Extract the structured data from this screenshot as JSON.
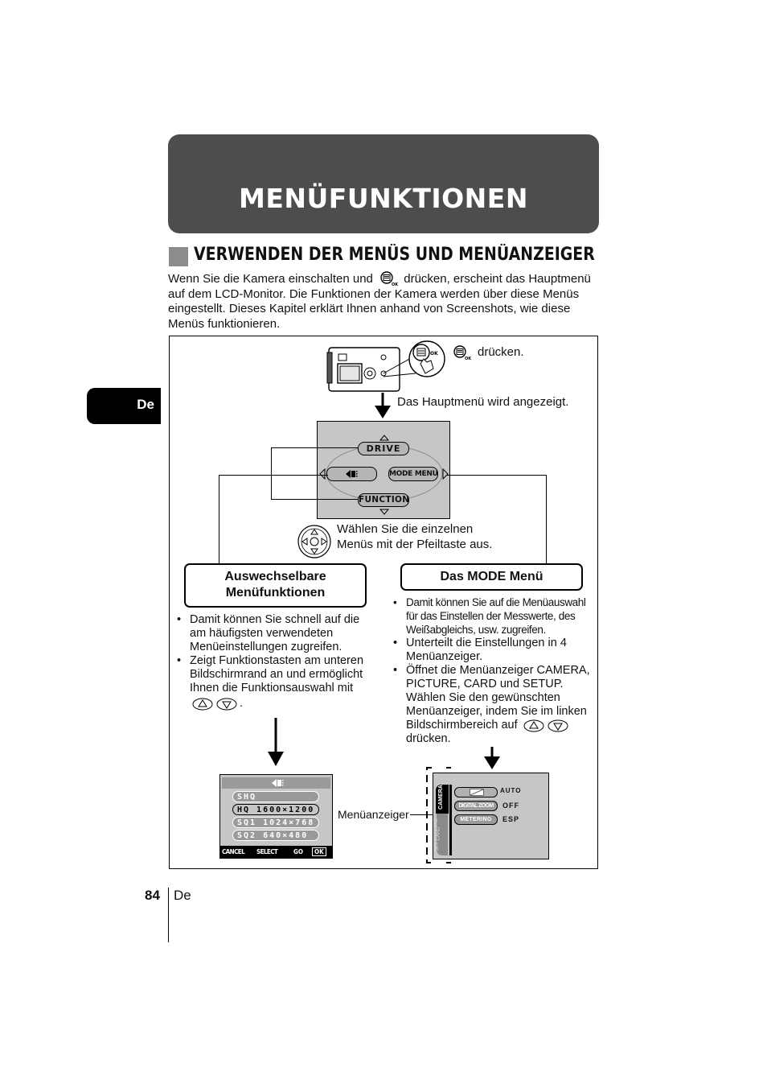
{
  "page_title": "MENÜFUNKTIONEN",
  "section_heading": "VERWENDEN DER MENÜS UND MENÜANZEIGER",
  "intro": {
    "line1_before_icon": "Wenn Sie die Kamera einschalten und",
    "line1_after_icon": "drücken, erscheint das",
    "rest": "Hauptmenü auf dem LCD-Monitor. Die Funktionen der Kamera werden über diese Menüs eingestellt. Dieses Kapitel erklärt Ihnen anhand von Screenshots, wie diese Menüs funktionieren."
  },
  "side_tab": "De",
  "figure": {
    "press_label": "drücken.",
    "main_menu_label": "Das Hauptmenü wird angezeigt.",
    "main_menu": {
      "top": "DRIVE",
      "left_icon": "quality-icon",
      "right": "MODE MENU",
      "bottom": "FUNCTION"
    },
    "arrow_key_text_1": "Wählen Sie die einzelnen",
    "arrow_key_text_2": "Menüs mit der Pfeiltaste aus.",
    "left_callout_1": "Auswechselbare",
    "left_callout_2": "Menüfunktionen",
    "right_callout": "Das MODE Menü",
    "left_bullets": [
      "Damit können Sie schnell auf die am häufigsten verwendeten Menüeinstellungen zugreifen.",
      "Zeigt Funktionstasten am unteren Bildschirmrand an und ermöglicht Ihnen die Funktionsauswahl mit"
    ],
    "left_bullet_end": ".",
    "right_bullets": [
      "Damit können Sie auf die Menüauswahl für das Einstellen der Messwerte, des Weißabgleichs, usw. zugreifen.",
      "Unterteilt die Einstellungen in 4 Menüanzeiger.",
      "Öffnet die Menüanzeiger CAMERA, PICTURE, CARD und SETUP. Wählen Sie den gewünschten Menüanzeiger, indem Sie im linken Bildschirmbereich auf"
    ],
    "right_bullet_end": "drücken.",
    "quality_screen": {
      "rows": [
        "SHQ 1600×1200",
        "HQ  1600×1200",
        "SQ1 1024×768",
        "SQ2  640×480"
      ],
      "bottom_bar": [
        "CANCEL",
        "SELECT",
        "GO",
        "OK"
      ]
    },
    "tab_label": "Menüanzeiger",
    "mode_screen": {
      "tabs": [
        "CAMERA",
        "PIC",
        "CARD",
        "SET"
      ],
      "rows": [
        {
          "name": "",
          "value": "AUTO"
        },
        {
          "name": "DIGITAL ZOOM",
          "value": "OFF"
        },
        {
          "name": "METERING",
          "value": "ESP"
        }
      ]
    }
  },
  "footer": {
    "page_number": "84",
    "lang": "De"
  }
}
